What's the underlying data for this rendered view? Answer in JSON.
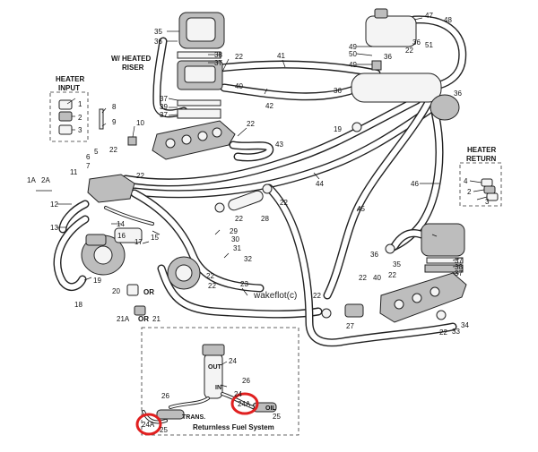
{
  "diagram": {
    "captions": {
      "heated_riser": [
        "W/ HEATED",
        "RISER"
      ],
      "heater_input": [
        "HEATER",
        "INPUT"
      ],
      "heater_return": [
        "HEATER",
        "RETURN"
      ],
      "watermark": "wakeflot(c)",
      "returnless_fuel_system": "Returnless Fuel System",
      "inset_out": "OUT",
      "inset_in": "IN",
      "inset_trans": "TRANS.",
      "inset_oil": "OIL",
      "or_1": "OR",
      "or_2": "OR"
    },
    "callouts": {
      "c35a": "35",
      "c36a": "36",
      "c38a": "38",
      "c37a": "37",
      "c22a": "22",
      "c40a": "40",
      "c41": "41",
      "c42": "42",
      "c37b": "37",
      "c39": "39",
      "c37c": "37",
      "c22b": "22",
      "c43": "43",
      "c8": "8",
      "c9": "9",
      "c10": "10",
      "c5": "5",
      "c6": "6",
      "c7": "7",
      "c11": "11",
      "c1A": "1A",
      "c2A": "2A",
      "c22c": "22",
      "c22d": "22",
      "c12": "12",
      "c13": "13",
      "c14": "14",
      "c15": "15",
      "c16": "16",
      "c17": "17",
      "c19a": "19",
      "c18": "18",
      "c20": "20",
      "c21A": "21A",
      "c21": "21",
      "c22e": "22",
      "c22f": "22",
      "c1": "1",
      "c2": "2",
      "c3": "3",
      "c47": "47",
      "c48": "48",
      "c49a": "49",
      "c50": "50",
      "c49b": "49",
      "c36b": "36",
      "c22g": "22",
      "c36c": "36",
      "c51": "51",
      "c36d": "36",
      "c36e": "36",
      "c19b": "19",
      "c44": "44",
      "c28": "28",
      "c22h": "22",
      "c22i": "22",
      "c29": "29",
      "c30": "30",
      "c31": "31",
      "c32": "32",
      "c23": "23",
      "c45": "45",
      "c46": "46",
      "c4": "4",
      "c2b": "2",
      "c3b": "3",
      "c36f": "36",
      "c35b": "35",
      "c37d": "37",
      "c38b": "38",
      "c37e": "37",
      "c22j": "22",
      "c40b": "40",
      "c22k": "22",
      "c22l": "22",
      "c27": "27",
      "c22m": "22",
      "c33": "33",
      "c34": "34",
      "c24a": "24",
      "c26a": "26",
      "c24b": "24",
      "c26b": "26",
      "c24A_a": "24A",
      "c24A_b": "24A",
      "c25a": "25",
      "c25b": "25"
    },
    "colors": {
      "line": "#222222",
      "highlight": "#e02020"
    }
  }
}
